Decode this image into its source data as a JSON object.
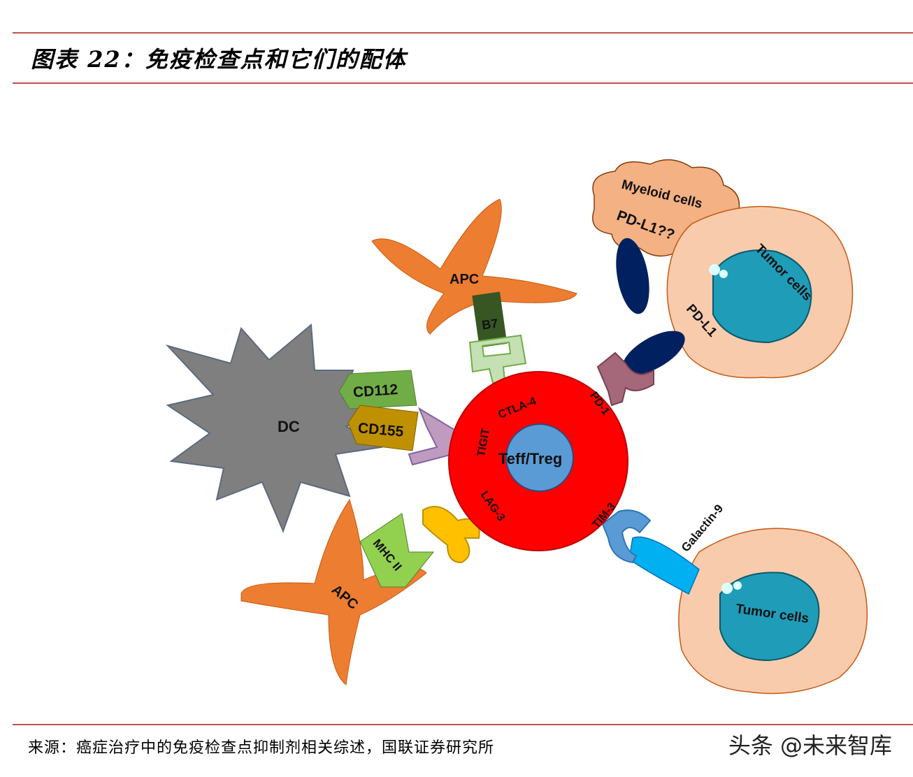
{
  "title": "图表 22：免疫检查点和它们的配体",
  "source": "来源：癌症治疗中的免疫检查点抑制剂相关综述，国联证券研究所",
  "watermark": "头条 @未来智库",
  "diagram": {
    "center": {
      "label": "Teff/Treg"
    },
    "receptors": {
      "ctla4": "CTLA-4",
      "pd1": "PD-1",
      "tigit": "TIGIT",
      "lag3": "LAG-3",
      "tim3": "TIM-3"
    },
    "ligands": {
      "b7": "B7",
      "cd112": "CD112",
      "cd155": "CD155",
      "mhc2": "MHC II",
      "pdl1": "PD-L1",
      "pdl1q": "PD-L1??",
      "galectin": "Galactin-9"
    },
    "cells": {
      "apc_top": "APC",
      "apc_bottom": "APC",
      "dc": "DC",
      "myeloid": "Myeloid cells",
      "tumor1": "Tumor cells",
      "tumor2": "Tumor cells"
    }
  },
  "colors": {
    "rule": "#c0504d",
    "tcell": "#ff0000",
    "apc": "#ed7d31",
    "dc": "#7f7f7f",
    "tumor": "#f8cbad",
    "nucleus": "#1f9cb8"
  }
}
